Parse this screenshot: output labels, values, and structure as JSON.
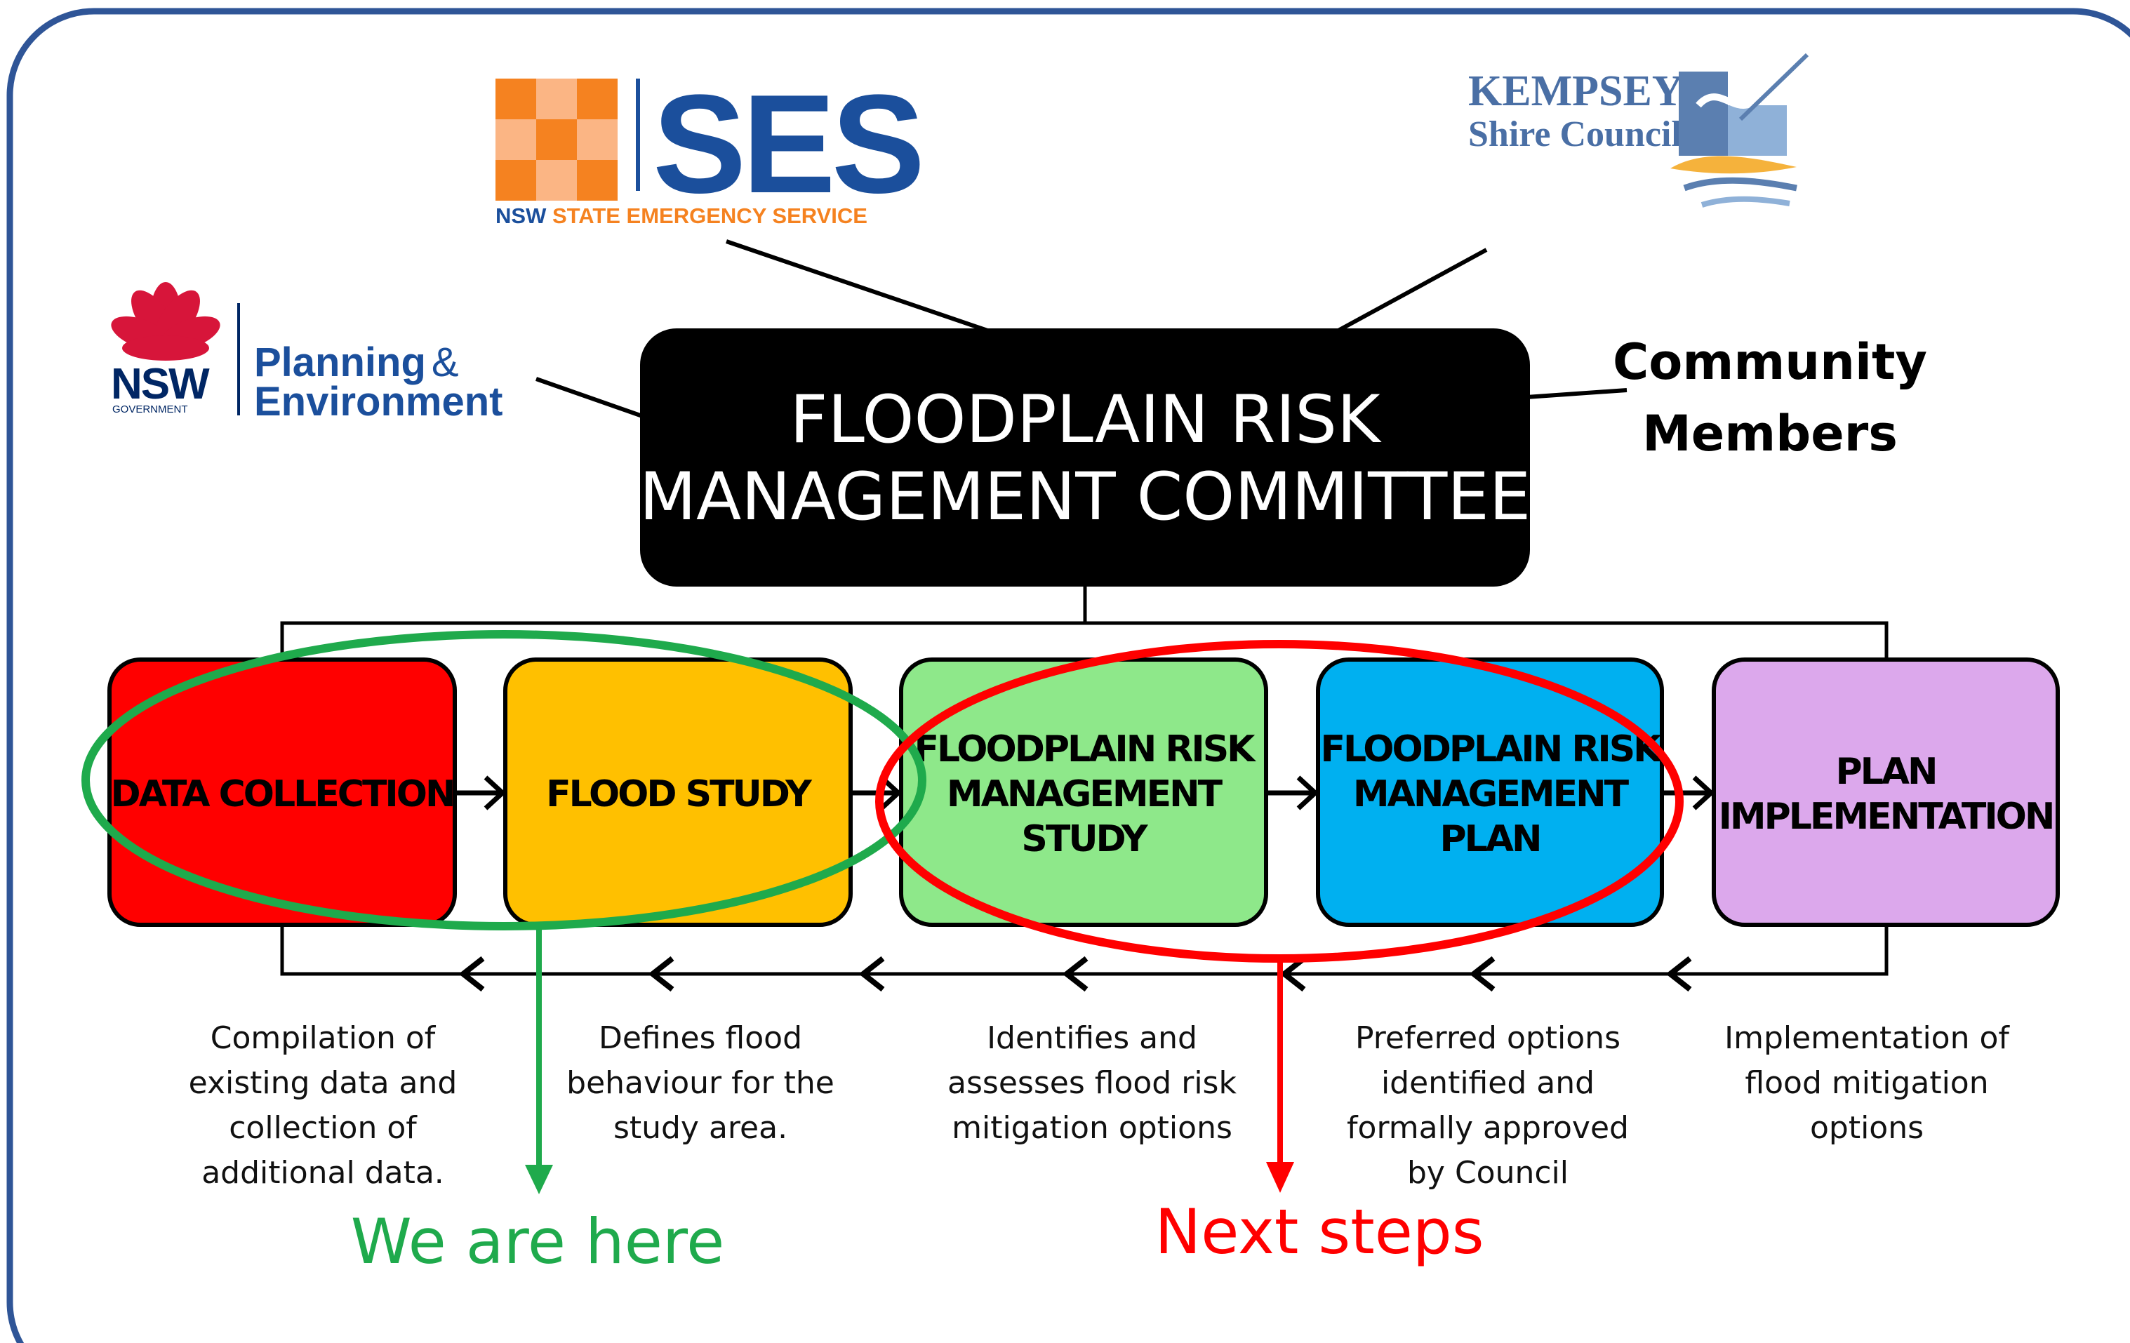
{
  "committee": {
    "line1": "FLOODPLAIN RISK",
    "line2": "MANAGEMENT COMMITTEE"
  },
  "members": {
    "line1": "Community",
    "line2": "Members"
  },
  "logos": {
    "ses": {
      "word": "SES",
      "sub1": "NSW ",
      "sub2": "STATE EMERGENCY SERVICE"
    },
    "kempsey": {
      "line1": "KEMPSEY",
      "line2": "Shire Council"
    },
    "nsw": {
      "word": "NSW",
      "gov": "GOVERNMENT",
      "line1": "Planning",
      "amp": "&",
      "line2": "Environment"
    }
  },
  "stages": [
    {
      "lines": [
        "DATA COLLECTION"
      ],
      "color": "#ff0000",
      "desc": [
        "Compilation of",
        "existing data and",
        "collection of",
        "additional data."
      ]
    },
    {
      "lines": [
        "FLOOD STUDY"
      ],
      "color": "#ffc000",
      "desc": [
        "Defines flood",
        "behaviour for the",
        "study area."
      ]
    },
    {
      "lines": [
        "FLOODPLAIN RISK",
        "MANAGEMENT",
        "STUDY"
      ],
      "color": "#8ee88a",
      "desc": [
        "Identifies and",
        "assesses flood risk",
        "mitigation options"
      ]
    },
    {
      "lines": [
        "FLOODPLAIN RISK",
        "MANAGEMENT",
        "PLAN"
      ],
      "color": "#00b0f0",
      "desc": [
        "Preferred options",
        "identified and",
        "formally approved",
        "by Council"
      ]
    },
    {
      "lines": [
        "PLAN",
        "IMPLEMENTATION"
      ],
      "color": "#dca8ec",
      "desc": [
        "Implementation of",
        "flood mitigation",
        "options"
      ]
    }
  ],
  "markers": {
    "here": {
      "label": "We are here",
      "color": "#1faa4c"
    },
    "next": {
      "label": "Next steps",
      "color": "#ff0000"
    }
  },
  "colors": {
    "frame": "#2f5597",
    "committee_bg": "#000000"
  }
}
